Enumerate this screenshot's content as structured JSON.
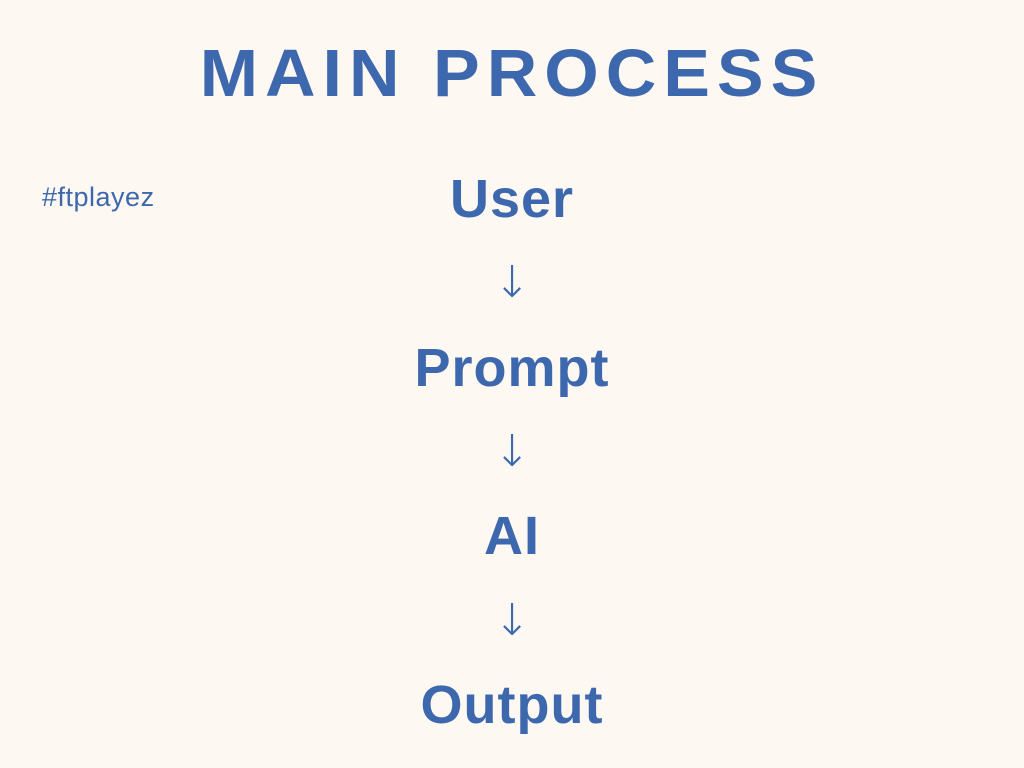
{
  "colors": {
    "background": "#FDF8F1",
    "accent_blue": "#3D68AE"
  },
  "header": {
    "title": "MAIN PROCESS",
    "hashtag": "#ftplayez"
  },
  "flow": {
    "arrow_glyph": "↓",
    "steps": [
      {
        "label": "User"
      },
      {
        "label": "Prompt"
      },
      {
        "label": "AI"
      },
      {
        "label": "Output"
      }
    ]
  }
}
